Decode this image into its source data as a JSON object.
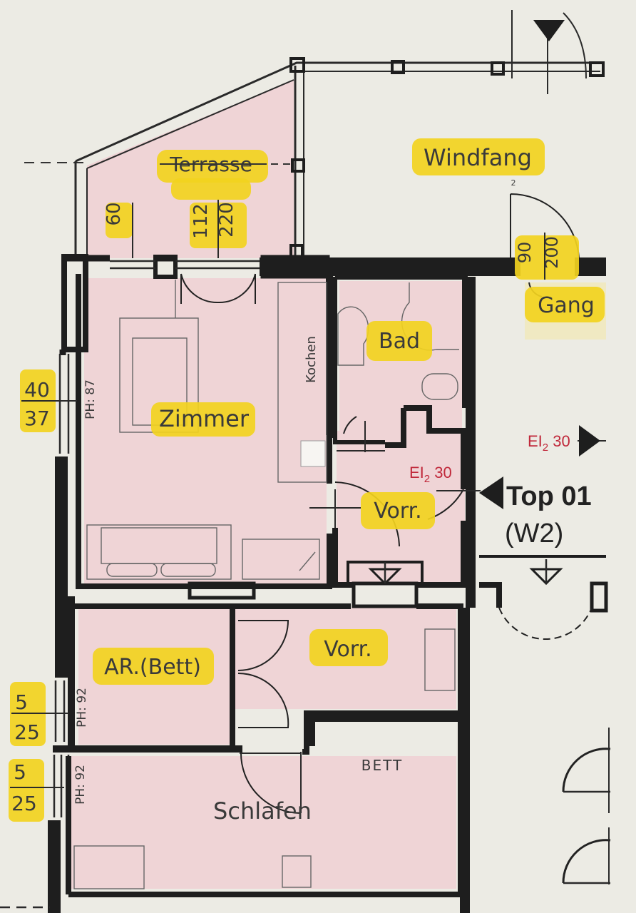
{
  "rooms": {
    "terrasse": "Terrasse",
    "windfang": "Windfang",
    "gang": "Gang",
    "bad": "Bad",
    "zimmer": "Zimmer",
    "kochen": "Kochen",
    "vorr_top": "Vorr.",
    "vorr_bottom": "Vorr.",
    "ar_bett": "AR.(Bett)",
    "schlafen": "Schlafen",
    "bett": "BETT"
  },
  "dimensions": {
    "terrasse_sill": "60",
    "terrasse_door_w": "112",
    "terrasse_door_h": "220",
    "zimmer_win_w": "40",
    "zimmer_win_h": "37",
    "zimmer_ph": "PH: 87",
    "ar_win_w": "5",
    "ar_win_h": "25",
    "ar_ph": "PH: 92",
    "schlafen_win_w": "5",
    "schlafen_win_h": "25",
    "schlafen_ph": "PH: 92",
    "entry_door_w": "90",
    "entry_door_h": "200",
    "windfang_door_no": "2"
  },
  "fire_rating": {
    "inner": {
      "prefix": "EI",
      "sub": "2",
      "value": " 30"
    },
    "outer": {
      "prefix": "EI",
      "sub": "2",
      "value": " 30"
    }
  },
  "unit": {
    "name": "Top 01",
    "type": "(W2)"
  },
  "colors": {
    "room_fill": "#efd4d6",
    "highlight": "#f2d21f",
    "fire_text": "#c0283a",
    "paper": "#ecebe4"
  }
}
